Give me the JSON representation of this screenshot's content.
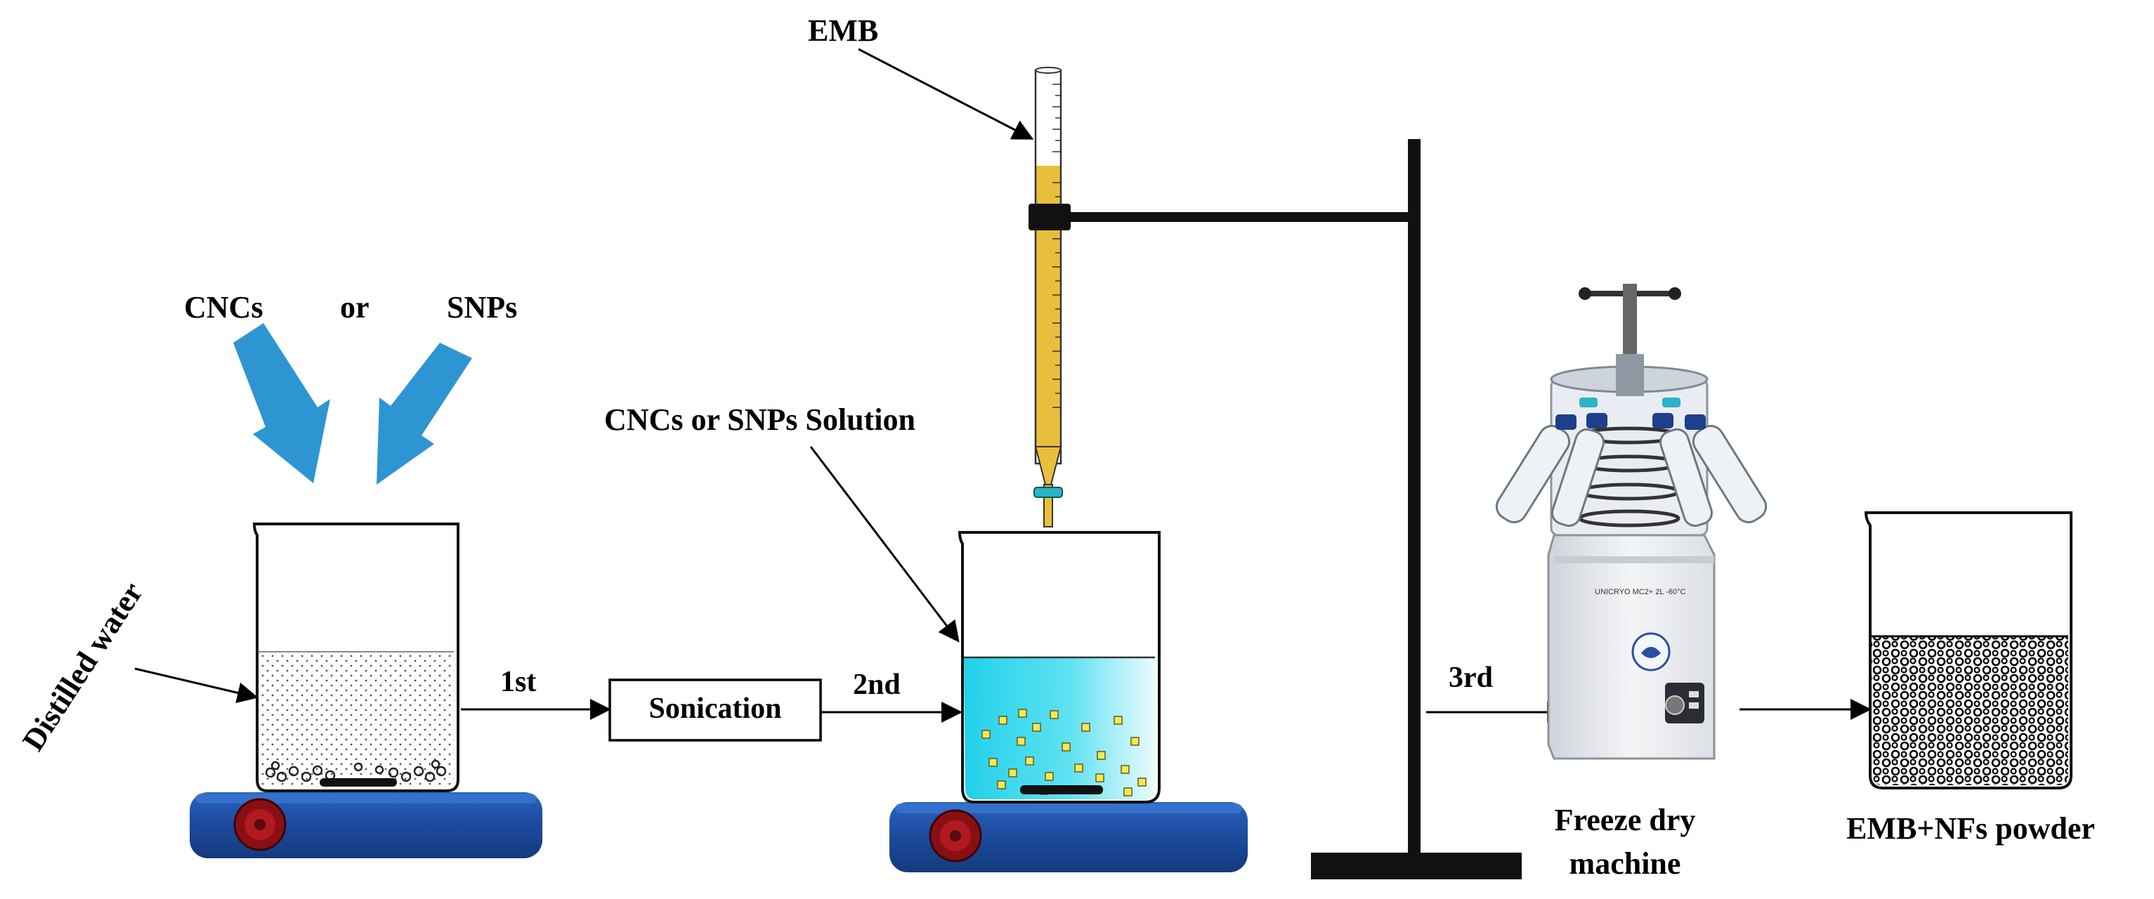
{
  "labels": {
    "emb": "EMB",
    "cncs": "CNCs",
    "or": "or",
    "snps": "SNPs",
    "distilled_water": "Distilled water",
    "solution": "CNCs or SNPs Solution",
    "step1": "1st",
    "sonication": "Sonication",
    "step2": "2nd",
    "step3": "3rd",
    "freeze_dry_1": "Freeze dry",
    "freeze_dry_2": "machine",
    "powder": "EMB+NFs powder",
    "machine_plate": "UNICRYO MC2+ 2L -60°C"
  },
  "colors": {
    "input_arrow": "#2e95d3",
    "stir_plate": "#1e4ea0",
    "stir_knob": "#8a0f14",
    "solution": "#33d6ec",
    "burette_liquid": "#e8bf3c",
    "particles": "#f2e85a",
    "stand": "#111111",
    "stopcock": "#2bb3c8"
  }
}
